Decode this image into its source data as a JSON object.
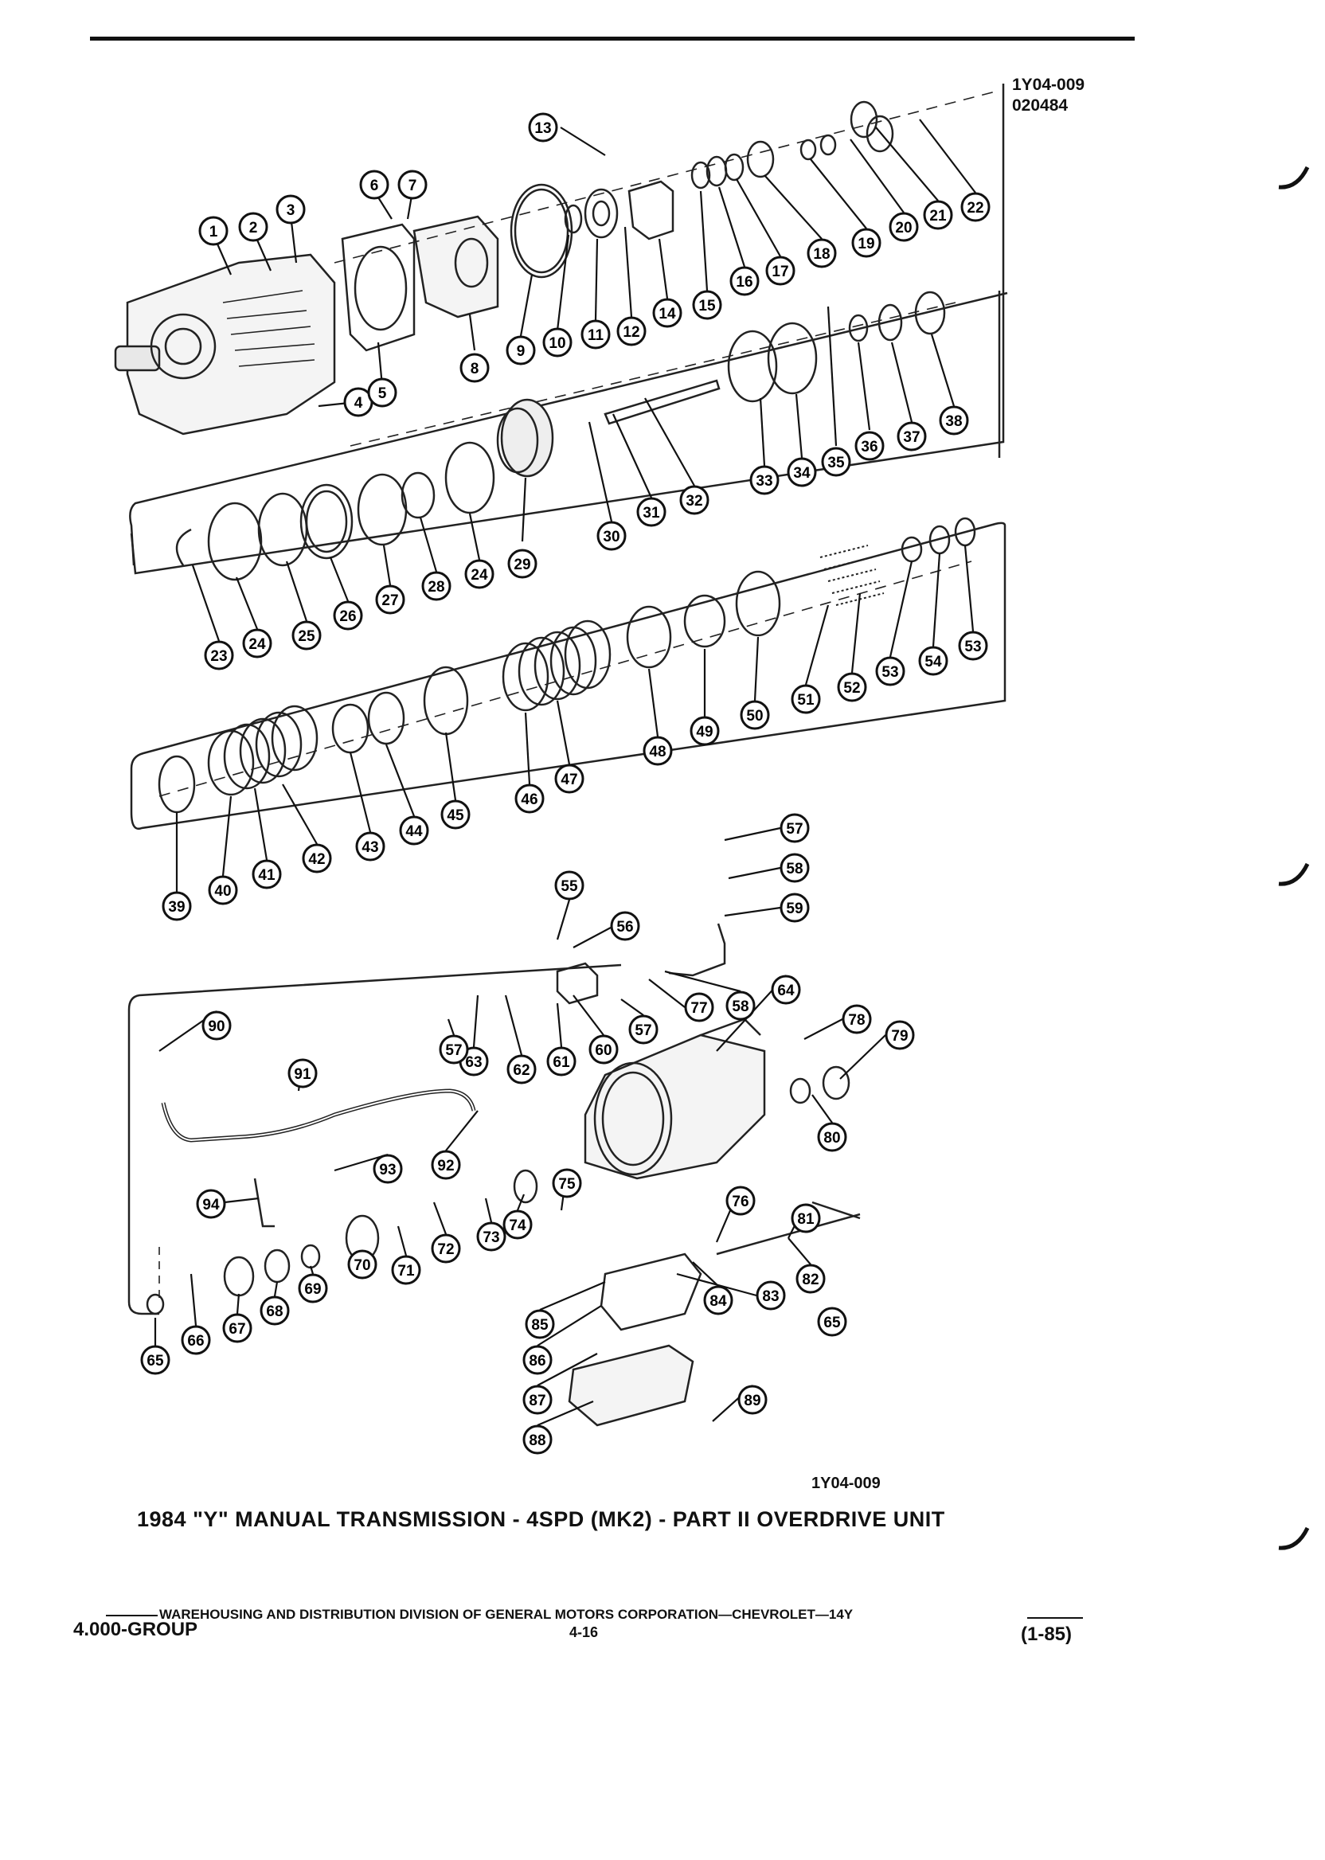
{
  "header": {
    "ref_code_1": "1Y04-009",
    "ref_code_2": "020484"
  },
  "diagram": {
    "callouts": [
      "1",
      "2",
      "3",
      "4",
      "5",
      "6",
      "7",
      "8",
      "9",
      "10",
      "11",
      "12",
      "13",
      "14",
      "15",
      "16",
      "17",
      "18",
      "19",
      "20",
      "21",
      "22",
      "23",
      "24",
      "25",
      "26",
      "27",
      "28",
      "29",
      "30",
      "31",
      "32",
      "33",
      "34",
      "35",
      "36",
      "37",
      "38",
      "39",
      "40",
      "41",
      "42",
      "43",
      "44",
      "45",
      "46",
      "47",
      "48",
      "49",
      "50",
      "51",
      "52",
      "53",
      "54",
      "55",
      "56",
      "57",
      "58",
      "59",
      "60",
      "61",
      "62",
      "63",
      "64",
      "65",
      "66",
      "67",
      "68",
      "69",
      "70",
      "71",
      "72",
      "73",
      "74",
      "75",
      "76",
      "77",
      "78",
      "79",
      "80",
      "81",
      "82",
      "83",
      "84",
      "85",
      "86",
      "87",
      "88",
      "89",
      "90",
      "91",
      "92",
      "93",
      "94"
    ],
    "bottom_code": "1Y04-009"
  },
  "caption": "1984 \"Y\" MANUAL TRANSMISSION - 4SPD (MK2) - PART II OVERDRIVE UNIT",
  "footer": {
    "division_line": "WAREHOUSING AND DISTRIBUTION  DIVISION OF GENERAL MOTORS CORPORATION—CHEVROLET—14Y",
    "group": "4.000-GROUP",
    "page": "4-16",
    "revision": "(1-85)"
  }
}
